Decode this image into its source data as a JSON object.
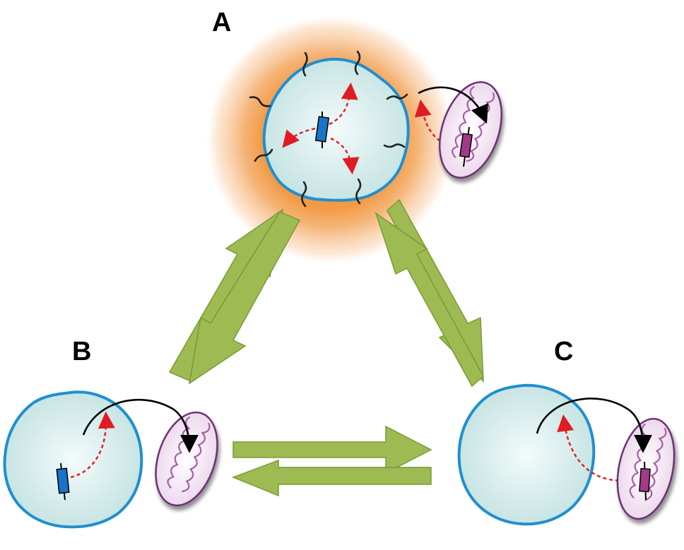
{
  "labels": {
    "a": "A",
    "b": "B",
    "c": "C"
  },
  "colors": {
    "background": "#ffffff",
    "halo": "#f0923a",
    "nucleus_fill": "#d8ecec",
    "nucleus_outline": "#1f8fd0",
    "nuclear_gene": "#1a73c9",
    "mito_fill": "#f6ecf6",
    "mito_outline": "#6b2d6f",
    "mito_cristae": "#a05aa3",
    "mito_gene": "#a23a8a",
    "anterograde_arrow": "#000000",
    "retrograde_arrow": "#e01b24",
    "transition_arrow": "#9dbb52",
    "transition_arrow_edge": "#7a9a35"
  },
  "icons": {
    "nucleus": "cell-nucleus-icon",
    "mitochondrion": "mitochondrion-icon",
    "gene": "gene-icon",
    "transcript": "transcript-icon"
  }
}
